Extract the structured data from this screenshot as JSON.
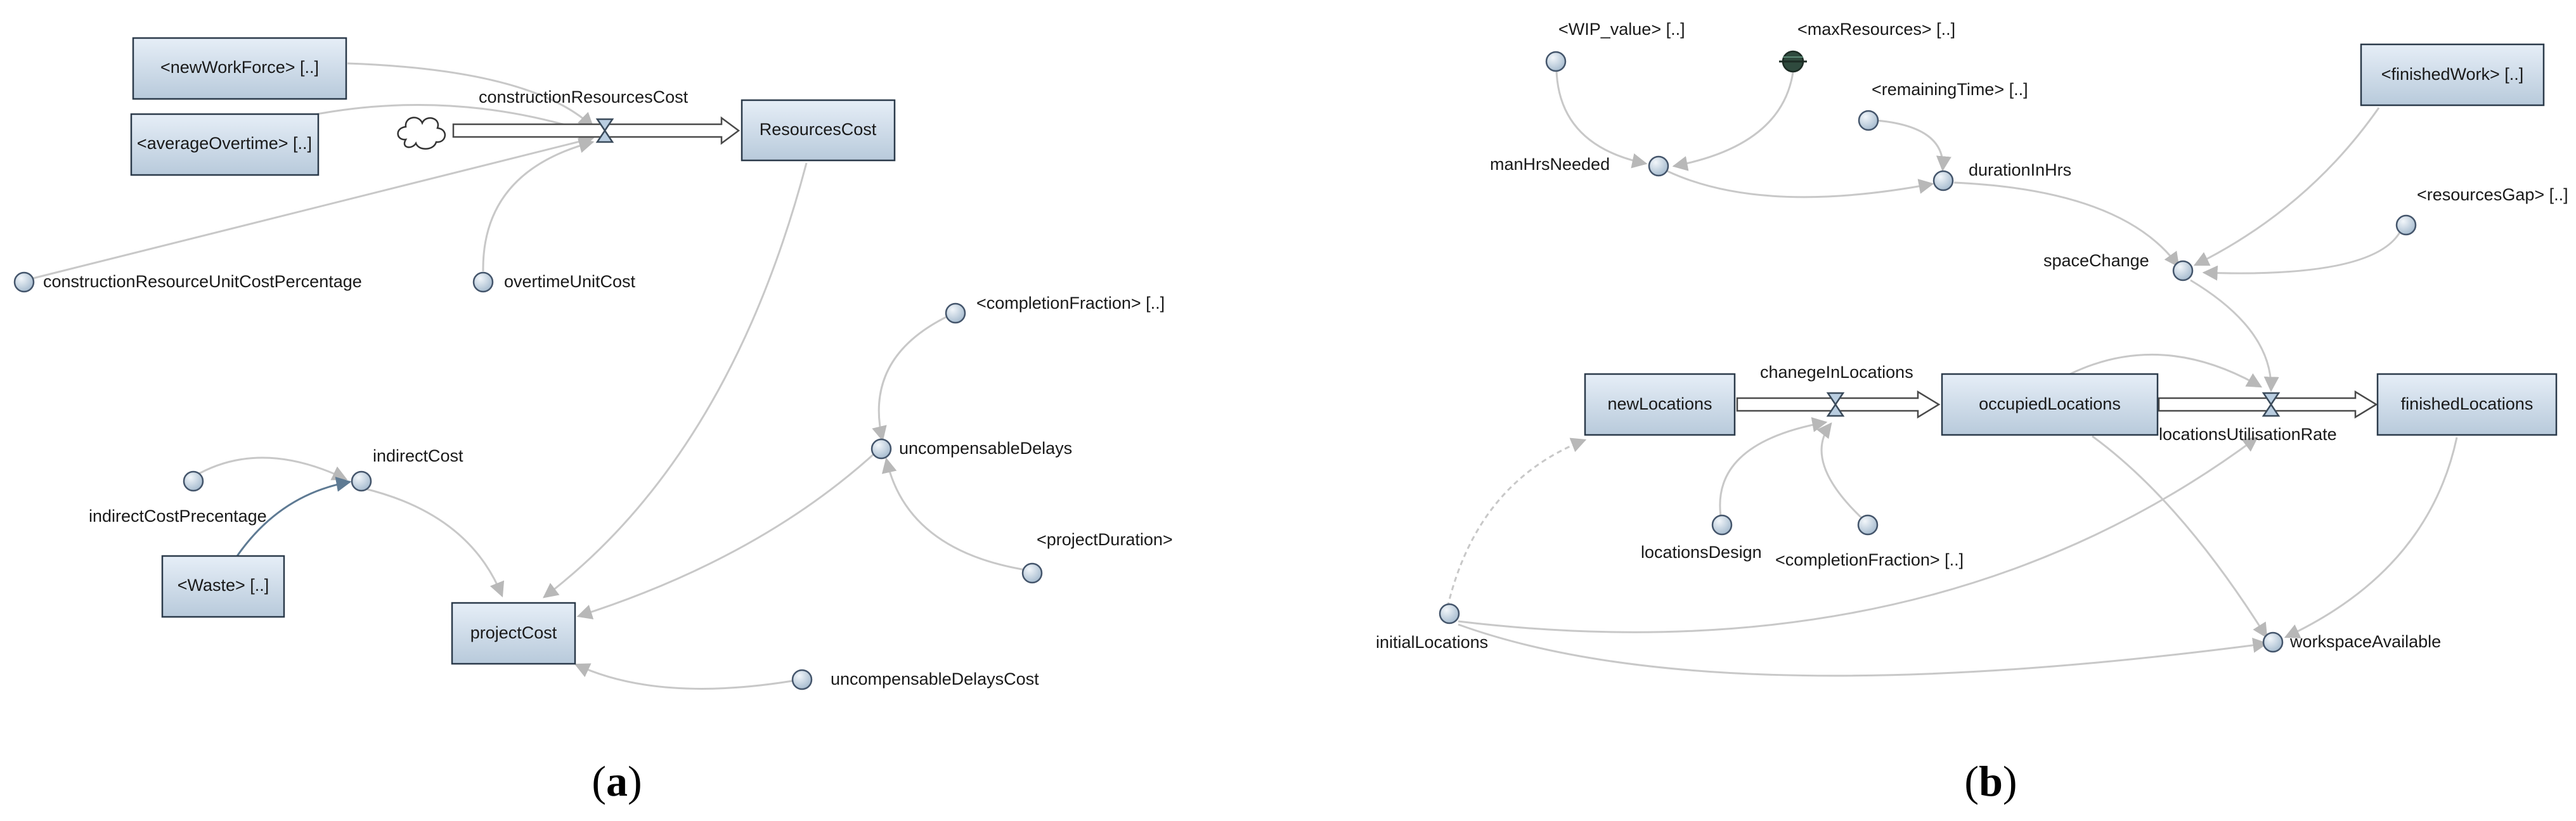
{
  "panel_a": {
    "caption_letter": "a",
    "stocks": {
      "resources_cost": "ResourcesCost",
      "project_cost": "projectCost"
    },
    "shadow_refs": {
      "new_work_force": "<newWorkForce> [..]",
      "average_overtime": "<averageOvertime> [..]",
      "waste": "<Waste> [..]",
      "completion_fraction": "<completionFraction> [..]",
      "project_duration": "<projectDuration>"
    },
    "flows": {
      "construction_resources_cost": "constructionResourcesCost"
    },
    "variables": {
      "construction_resource_unit_cost_percentage": "constructionResourceUnitCostPercentage",
      "overtime_unit_cost": "overtimeUnitCost",
      "indirect_cost": "indirectCost",
      "indirect_cost_precentage": "indirectCostPrecentage",
      "uncompensable_delays": "uncompensableDelays",
      "uncompensable_delays_cost": "uncompensableDelaysCost"
    }
  },
  "panel_b": {
    "caption_letter": "b",
    "stocks": {
      "new_locations": "newLocations",
      "occupied_locations": "occupiedLocations",
      "finished_locations": "finishedLocations"
    },
    "shadow_refs": {
      "finished_work": "<finishedWork> [..]",
      "wip_value": "<WIP_value> [..]",
      "max_resources": "<maxResources> [..]",
      "remaining_time": "<remainingTime> [..]",
      "resources_gap": "<resourcesGap> [..]",
      "completion_fraction": "<completionFraction> [..]"
    },
    "flows": {
      "chanege_in_locations": "chanegeInLocations",
      "locations_utilisation_rate": "locationsUtilisationRate"
    },
    "variables": {
      "man_hrs_needed": "manHrsNeeded",
      "duration_in_hrs": "durationInHrs",
      "space_change": "spaceChange",
      "locations_design": "locationsDesign",
      "initial_locations": "initialLocations",
      "workspace_available": "workspaceAvailable"
    }
  },
  "icons": {
    "cloud": "cloud-source-icon",
    "valve": "valve-icon",
    "global_var": "crossed-circle-icon"
  }
}
